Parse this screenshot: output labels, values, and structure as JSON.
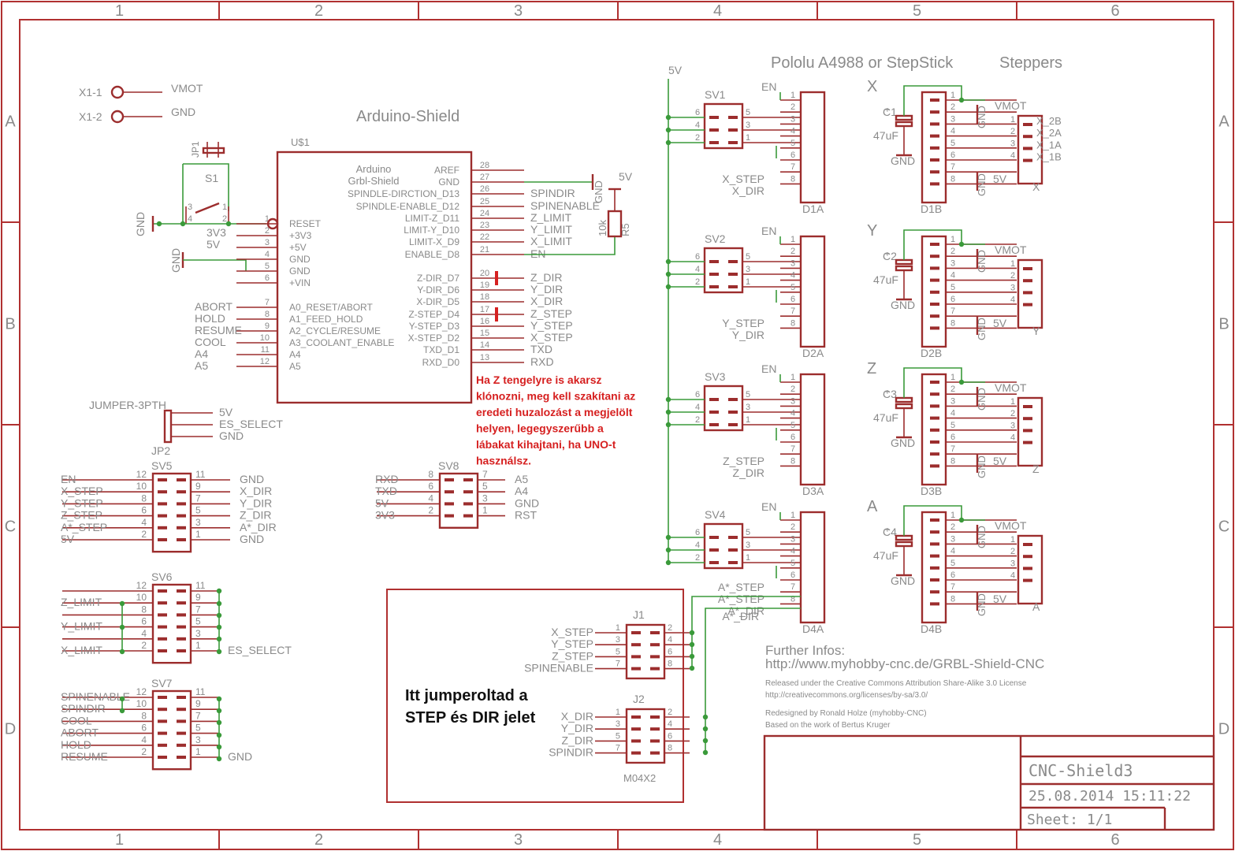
{
  "frame": {
    "cols": [
      "1",
      "2",
      "3",
      "4",
      "5",
      "6"
    ],
    "rows": [
      "A",
      "B",
      "C",
      "D"
    ]
  },
  "header": {
    "pololu": "Pololu A4988 or StepStick",
    "steppers": "Steppers",
    "v5": "5V"
  },
  "x1": {
    "p1": "X1-1",
    "p2": "X1-2",
    "vmot": "VMOT",
    "gnd": "GND"
  },
  "reset": {
    "jp1": "JP1",
    "s1": "S1",
    "gnd": "GND",
    "gnd2": "GND",
    "v33": "3V3",
    "v5": "5V"
  },
  "arduino": {
    "title": "Arduino-Shield",
    "ref": "U$1",
    "name1": "Arduino",
    "name2": "Grbl-Shield",
    "left": [
      {
        "n": "1",
        "l": "RESET"
      },
      {
        "n": "2",
        "l": "+3V3"
      },
      {
        "n": "3",
        "l": "+5V"
      },
      {
        "n": "4",
        "l": "GND"
      },
      {
        "n": "5",
        "l": "GND"
      },
      {
        "n": "6",
        "l": "+VIN"
      },
      {
        "n": "7",
        "l": "A0_RESET/ABORT"
      },
      {
        "n": "8",
        "l": "A1_FEED_HOLD"
      },
      {
        "n": "9",
        "l": "A2_CYCLE/RESUME"
      },
      {
        "n": "10",
        "l": "A3_COOLANT_ENABLE"
      },
      {
        "n": "11",
        "l": "A4"
      },
      {
        "n": "12",
        "l": "A5"
      }
    ],
    "left_nets": [
      "ABORT",
      "HOLD",
      "RESUME",
      "COOL",
      "A4",
      "A5"
    ],
    "right": [
      {
        "n": "28",
        "l": "AREF",
        "net": ""
      },
      {
        "n": "27",
        "l": "GND",
        "net": ""
      },
      {
        "n": "26",
        "l": "SPINDLE-DIRCTION_D13",
        "net": "SPINDIR"
      },
      {
        "n": "25",
        "l": "SPINDLE-ENABLE_D12",
        "net": "SPINENABLE"
      },
      {
        "n": "24",
        "l": "LIMIT-Z_D11",
        "net": "Z_LIMIT"
      },
      {
        "n": "23",
        "l": "LIMIT-Y_D10",
        "net": "Y_LIMIT"
      },
      {
        "n": "22",
        "l": "LIMIT-X_D9",
        "net": "X_LIMIT"
      },
      {
        "n": "21",
        "l": "ENABLE_D8",
        "net": "EN"
      },
      {
        "n": "20",
        "l": "Z-DIR_D7",
        "net": "Z_DIR"
      },
      {
        "n": "19",
        "l": "Y-DIR_D6",
        "net": "Y_DIR"
      },
      {
        "n": "18",
        "l": "X-DIR_D5",
        "net": "X_DIR"
      },
      {
        "n": "17",
        "l": "Z-STEP_D4",
        "net": "Z_STEP"
      },
      {
        "n": "16",
        "l": "Y-STEP_D3",
        "net": "Y_STEP"
      },
      {
        "n": "15",
        "l": "X-STEP_D2",
        "net": "X_STEP"
      },
      {
        "n": "14",
        "l": "TXD_D1",
        "net": "TXD"
      },
      {
        "n": "13",
        "l": "RXD_D0",
        "net": "RXD"
      }
    ],
    "gnd": "GND",
    "v5": "5V",
    "r5": "R5",
    "r5v": "10k"
  },
  "note_red": [
    "Ha Z tengelyre is akarsz",
    "klónozni, meg kell szakítani az",
    "eredeti huzalozást a megjelölt",
    "helyen, legegyszerűbb a",
    "lábakat kihajtani, ha UNO-t",
    "használsz."
  ],
  "jp2": {
    "title": "JUMPER-3PTH",
    "ref": "JP2",
    "nets": [
      "5V",
      "ES_SELECT",
      "GND"
    ]
  },
  "sv5": {
    "ref": "SV5",
    "rows": [
      {
        "l": "EN",
        "ln": "12",
        "rn": "11",
        "r": "GND"
      },
      {
        "l": "X_STEP",
        "ln": "10",
        "rn": "9",
        "r": "X_DIR"
      },
      {
        "l": "Y_STEP",
        "ln": "8",
        "rn": "7",
        "r": "Y_DIR"
      },
      {
        "l": "Z_STEP",
        "ln": "6",
        "rn": "5",
        "r": "Z_DIR"
      },
      {
        "l": "A*_STEP",
        "ln": "4",
        "rn": "3",
        "r": "A*_DIR"
      },
      {
        "l": "5V",
        "ln": "2",
        "rn": "1",
        "r": "GND"
      }
    ]
  },
  "sv6": {
    "ref": "SV6",
    "rows": [
      {
        "l": "",
        "ln": "12",
        "rn": "11",
        "r": ""
      },
      {
        "l": "Z_LIMIT",
        "ln": "10",
        "rn": "9",
        "r": ""
      },
      {
        "l": "",
        "ln": "8",
        "rn": "7",
        "r": ""
      },
      {
        "l": "Y_LIMIT",
        "ln": "6",
        "rn": "5",
        "r": ""
      },
      {
        "l": "",
        "ln": "4",
        "rn": "3",
        "r": ""
      },
      {
        "l": "X_LIMIT",
        "ln": "2",
        "rn": "1",
        "r": "ES_SELECT"
      }
    ]
  },
  "sv7": {
    "ref": "SV7",
    "rows": [
      {
        "l": "SPINENABLE",
        "ln": "12",
        "rn": "11",
        "r": ""
      },
      {
        "l": "SPINDIR",
        "ln": "10",
        "rn": "9",
        "r": ""
      },
      {
        "l": "COOL",
        "ln": "8",
        "rn": "7",
        "r": ""
      },
      {
        "l": "ABORT",
        "ln": "6",
        "rn": "5",
        "r": ""
      },
      {
        "l": "HOLD",
        "ln": "4",
        "rn": "3",
        "r": ""
      },
      {
        "l": "RESUME",
        "ln": "2",
        "rn": "1",
        "r": "GND"
      }
    ]
  },
  "sv8": {
    "ref": "SV8",
    "rows": [
      {
        "l": "RXD",
        "ln": "8",
        "rn": "7",
        "r": "A5"
      },
      {
        "l": "TXD",
        "ln": "6",
        "rn": "5",
        "r": "A4"
      },
      {
        "l": "5V",
        "ln": "4",
        "rn": "3",
        "r": "GND"
      },
      {
        "l": "3V3",
        "ln": "2",
        "rn": "1",
        "r": "RST"
      }
    ]
  },
  "drivers": [
    {
      "sv": "SV1",
      "d": "D1A",
      "step": "X_STEP",
      "dir": "X_DIR"
    },
    {
      "sv": "SV2",
      "d": "D2A",
      "step": "Y_STEP",
      "dir": "Y_DIR"
    },
    {
      "sv": "SV3",
      "d": "D3A",
      "step": "Z_STEP",
      "dir": "Z_DIR"
    },
    {
      "sv": "SV4",
      "d": "D4A",
      "step": "A*_STEP",
      "dir": "A*_DIR"
    }
  ],
  "driver_common": {
    "en": "EN",
    "pins": [
      "1",
      "2",
      "3",
      "4",
      "5",
      "6",
      "7",
      "8"
    ],
    "svpins_l": [
      "6",
      "4",
      "2"
    ],
    "svpins_r": [
      "5",
      "3",
      "1"
    ]
  },
  "steppers": [
    {
      "axis": "X",
      "cap": "C1",
      "d": "D1B",
      "con": "X",
      "conpins": [
        "X_2B",
        "X_2A",
        "X_1A",
        "X_1B"
      ]
    },
    {
      "axis": "Y",
      "cap": "C2",
      "d": "D2B",
      "con": "Y",
      "conpins": [
        "",
        "",
        "",
        ""
      ]
    },
    {
      "axis": "Z",
      "cap": "C3",
      "d": "D3B",
      "con": "Z",
      "conpins": [
        "",
        "",
        "",
        ""
      ]
    },
    {
      "axis": "A",
      "cap": "C4",
      "d": "D4B",
      "con": "A",
      "conpins": [
        "",
        "",
        "",
        ""
      ]
    }
  ],
  "stepper_common": {
    "vmot": "VMOT",
    "gnd": "GND",
    "v5": "5V",
    "capv": "47uF",
    "plus": "+",
    "conn": [
      "1",
      "2",
      "3",
      "4"
    ]
  },
  "jumpers": {
    "j1": {
      "ref": "J1",
      "rows": [
        {
          "l": "X_STEP",
          "ln": "1",
          "rn": "2"
        },
        {
          "l": "Y_STEP",
          "ln": "3",
          "rn": "4"
        },
        {
          "l": "Z_STEP",
          "ln": "5",
          "rn": "6"
        },
        {
          "l": "SPINENABLE",
          "ln": "7",
          "rn": "8"
        }
      ]
    },
    "j2": {
      "ref": "J2",
      "type": "M04X2",
      "rows": [
        {
          "l": "X_DIR",
          "ln": "1",
          "rn": "2"
        },
        {
          "l": "Y_DIR",
          "ln": "3",
          "rn": "4"
        },
        {
          "l": "Z_DIR",
          "ln": "5",
          "rn": "6"
        },
        {
          "l": "SPINDIR",
          "ln": "7",
          "rn": "8"
        }
      ]
    },
    "note": [
      "Itt jumperoltad a",
      "STEP és DIR jelet"
    ]
  },
  "info": {
    "further": "Further Infos:",
    "url": "http://www.myhobby-cnc.de/GRBL-Shield-CNC",
    "lic1": "Released under the Creative Commons Attribution Share-Alike 3.0 License",
    "lic2": "http://creativecommons.org/licenses/by-sa/3.0/",
    "red1": "Redesigned by Ronald Holze (myhobby-CNC)",
    "red2": "Based on the work of Bertus Kruger"
  },
  "titleblock": {
    "name": "CNC-Shield3",
    "date": "25.08.2014  15:11:22",
    "sheet": "Sheet: 1/1"
  },
  "colors": {
    "frame": "#b03030",
    "part": "#9c2d2d",
    "wire": "#3a9a3a",
    "text": "#8a8a8a",
    "note": "#d62020"
  }
}
